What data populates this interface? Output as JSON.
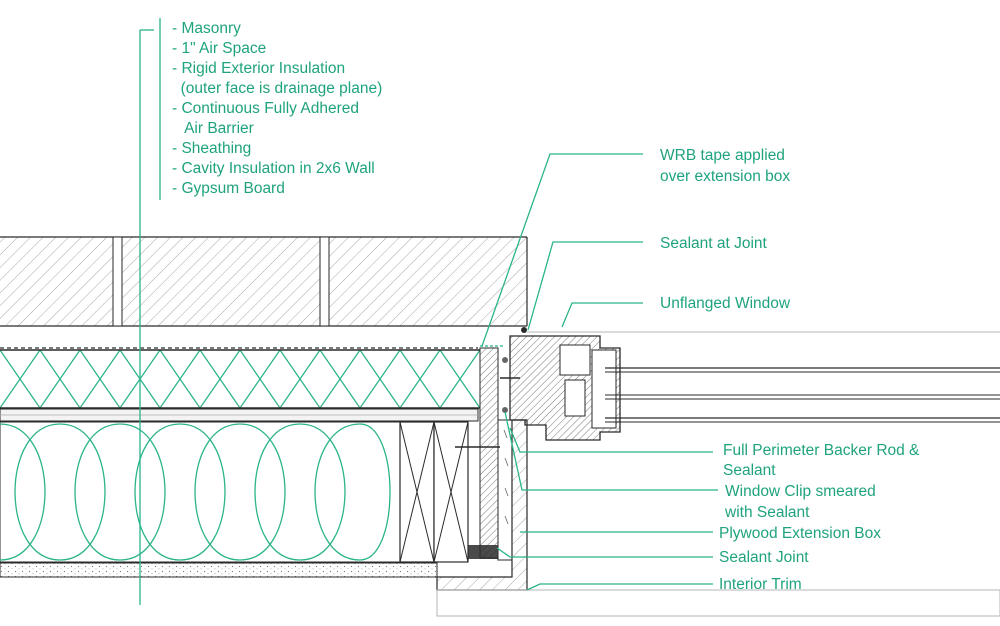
{
  "colors": {
    "accent": "#2bb48a",
    "label": "#1fa37e",
    "line": "#2a2a2a",
    "hatch": "#9a9a9a"
  },
  "wall_layers": [
    "- Masonry",
    "- 1\" Air Space",
    "- Rigid Exterior Insulation",
    "  (outer face is drainage plane)",
    "- Continuous Fully Adhered",
    "   Air Barrier",
    "- Sheathing",
    "- Cavity Insulation in 2x6 Wall",
    "- Gypsum Board"
  ],
  "callouts": {
    "wrb_tape": [
      "WRB tape applied",
      "over extension box"
    ],
    "sealant_at_joint": "Sealant at Joint",
    "unflanged_window": "Unflanged Window",
    "backer_rod": [
      "Full Perimeter Backer Rod &",
      "Sealant"
    ],
    "window_clip": [
      "Window Clip smeared",
      "with Sealant"
    ],
    "plywood_box": "Plywood Extension Box",
    "sealant_joint": "Sealant Joint",
    "interior_trim": "Interior Trim"
  }
}
